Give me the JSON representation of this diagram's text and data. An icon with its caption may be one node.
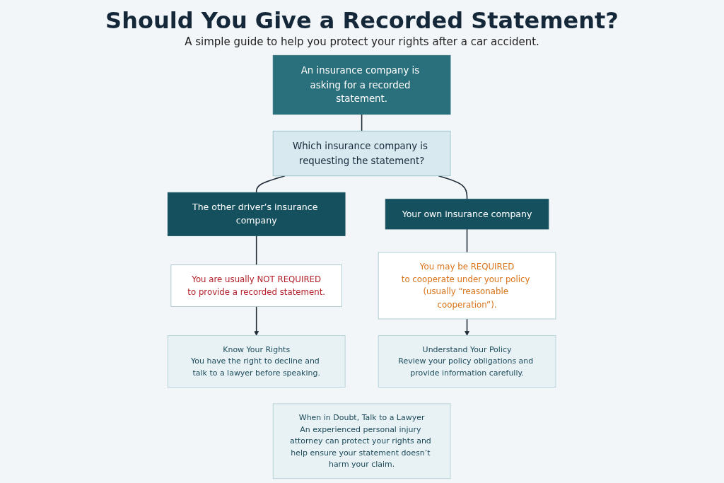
{
  "diagram": {
    "title": "Should You Give a Recorded Statement?",
    "nodes": [
      {
        "text": [
          "An insurance company is asking for a recorded statement."
        ]
      },
      {
        "text": [
          "Which insurance company is requesting the statement?"
        ]
      },
      {
        "text": [
          "The other driver’s insurance company"
        ]
      },
      {
        "text": [
          "Your own insurance company"
        ]
      },
      {
        "text": [
          "You are usually NOT REQUIRED",
          "to provide a recorded statement."
        ]
      },
      {
        "text": [
          "You may be REQUIRED",
          "to cooperate under your policy (usually “reasonable cooperation”)."
        ]
      },
      {
        "text": [
          "Know Your Rights",
          "You have the right to decline and talk to a lawyer before speaking."
        ]
      },
      {
        "text": [
          "Understand Your Policy",
          "Review your policy obligations and provide information carefully."
        ]
      },
      {
        "text": [
          "When in Doubt, Talk to a Lawyer",
          "An experienced personal injury attorney can protect your rights and help ensure your statement doesn’t harm your claim."
        ]
      }
    ],
    "edges": [
      {
        "from": 0,
        "to": 1,
        "arrow": "none"
      },
      {
        "from": 1,
        "to": 2,
        "arrow": "none"
      },
      {
        "from": 1,
        "to": 3,
        "arrow": "none"
      },
      {
        "from": 2,
        "to": 4,
        "arrow": "none"
      },
      {
        "from": 3,
        "to": 5,
        "arrow": "none"
      },
      {
        "from": 4,
        "to": 6,
        "arrow": "to"
      },
      {
        "from": 5,
        "to": 7,
        "arrow": "to"
      }
    ],
    "labels": [
      "A simple guide to help you protect your rights after a car accident."
    ]
  }
}
